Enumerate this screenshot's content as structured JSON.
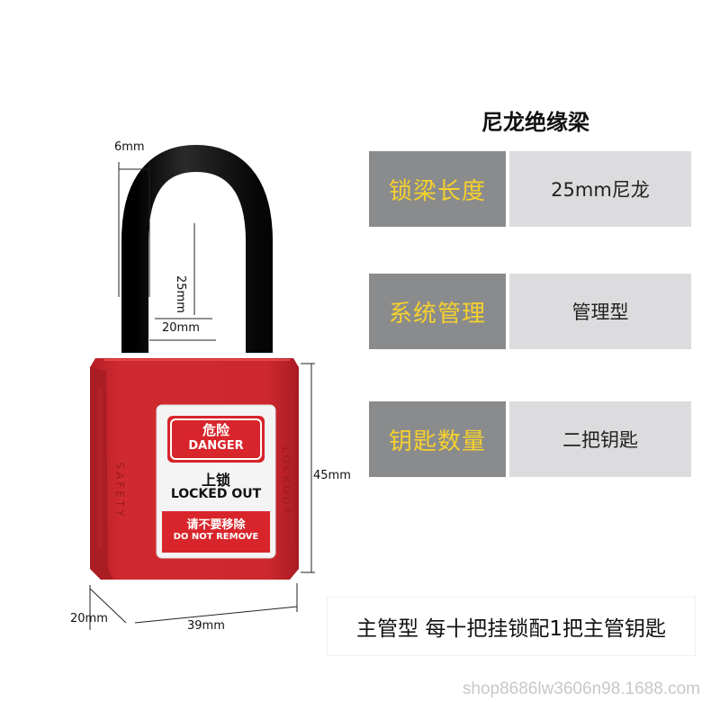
{
  "product": {
    "label_danger_cn": "危险",
    "label_danger_en": "DANGER",
    "label_locked_cn": "上锁",
    "label_locked_en": "LOCKED OUT",
    "label_remove_cn": "请不要移除",
    "label_remove_en": "DO NOT REMOVE",
    "side_left": "SAFETY",
    "side_right": "LOCKOUT"
  },
  "dimensions": {
    "shackle_diameter": "6mm",
    "shackle_height": "25mm",
    "shackle_clearance": "20mm",
    "body_height": "45mm",
    "body_depth": "20mm",
    "body_width": "39mm"
  },
  "specs": {
    "title": "尼龙绝缘梁",
    "rows": [
      {
        "key": "锁梁长度",
        "value": "25mm尼龙"
      },
      {
        "key": "系统管理",
        "value": "管理型"
      },
      {
        "key": "钥匙数量",
        "value": "二把钥匙"
      }
    ]
  },
  "note": "主管型   每十把挂锁配1把主管钥匙",
  "watermark": "shop8686lw3606n98.1688.com",
  "colors": {
    "lock_body": "#c8262c",
    "shackle": "#161616",
    "spec_key_bg": "#8a8b8d",
    "spec_key_text": "#f6d12c",
    "spec_val_bg": "#dcdcde"
  }
}
